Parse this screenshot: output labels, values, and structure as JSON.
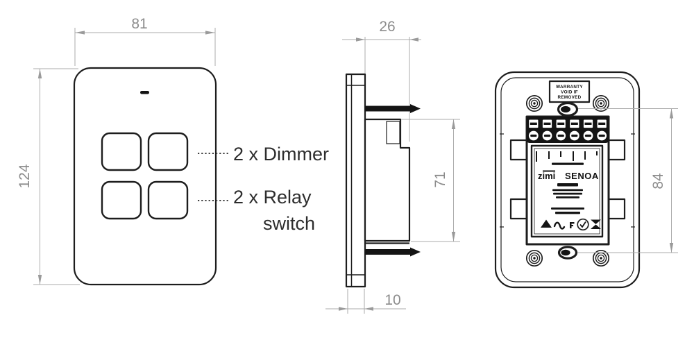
{
  "colors": {
    "line": "#1d1d1d",
    "dim_line": "#ababab",
    "dim_text": "#8c8c8c",
    "callout_text": "#2d2d2d",
    "background": "#ffffff"
  },
  "front_view": {
    "width_dim": "81",
    "height_dim": "124",
    "callout_dimmer": "2 x Dimmer",
    "callout_relay_line1": "2 x Relay",
    "callout_relay_line2": "switch"
  },
  "side_view": {
    "depth_dim": "26",
    "body_height_dim": "71",
    "plate_thickness_dim": "10"
  },
  "back_view": {
    "mount_hole_spacing_dim": "84",
    "warranty_line1": "WARRANTY",
    "warranty_line2": "VOID IF",
    "warranty_line3": "REMOVED",
    "brand_left": "zimi",
    "brand_right": "SENOA"
  }
}
